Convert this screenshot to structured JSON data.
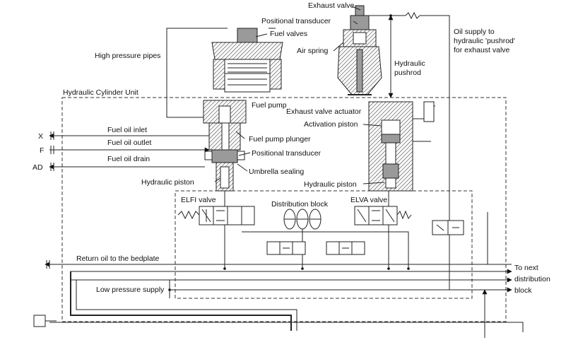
{
  "labels": {
    "exhaust_valve": "Exhaust valve",
    "positional_transducer_top": "Positional transducer",
    "fuel_valves": "Fuel valves",
    "air_spring": "Air spring",
    "high_pressure_pipes": "High pressure pipes",
    "oil_supply_1": "Oil supply to",
    "oil_supply_2": "hydraulic 'pushrod'",
    "oil_supply_3": "for exhaust valve",
    "hydraulic_pushrod_1": "Hydraulic",
    "hydraulic_pushrod_2": "pushrod",
    "hydraulic_cylinder_unit": "Hydraulic Cylinder Unit",
    "fuel_pump": "Fuel pump",
    "exhaust_valve_actuator": "Exhaust valve actuator",
    "activation_piston": "Activation piston",
    "x": "X",
    "f": "F",
    "ad": "AD",
    "fuel_oil_inlet": "Fuel oil inlet",
    "fuel_oil_outlet": "Fuel oil outlet",
    "fuel_oil_drain": "Fuel oil drain",
    "fuel_pump_plunger": "Fuel pump plunger",
    "positional_transducer_mid": "Positional transducer",
    "umbrella_sealing": "Umbrella sealing",
    "hydraulic_piston_left": "Hydraulic piston",
    "hydraulic_piston_right": "Hydraulic piston",
    "elfi_valve": "ELFI valve",
    "distribution_block": "Distribution block",
    "elva_valve": "ELVA valve",
    "return_oil": "Return oil to the bedplate",
    "low_pressure_supply": "Low pressure supply",
    "to_next_1": "To next",
    "to_next_2": "distribution",
    "to_next_3": "block"
  }
}
